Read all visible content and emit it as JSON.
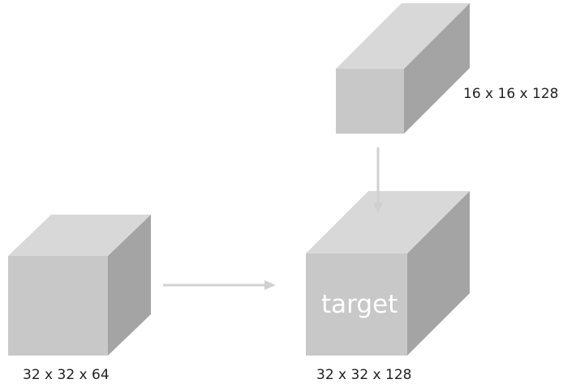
{
  "blocks": {
    "input_block": {
      "dims_label": "32 x 32 x 64"
    },
    "skip_block": {
      "dims_label": "16 x 16 x 128"
    },
    "target_block": {
      "dims_label": "32 x 32 x 128",
      "name_label": "target"
    }
  },
  "colors": {
    "front_face": "#c8c8c8",
    "top_face": "#d8d8d8",
    "side_face": "#a4a4a4",
    "arrow": "#d0d0d0"
  }
}
